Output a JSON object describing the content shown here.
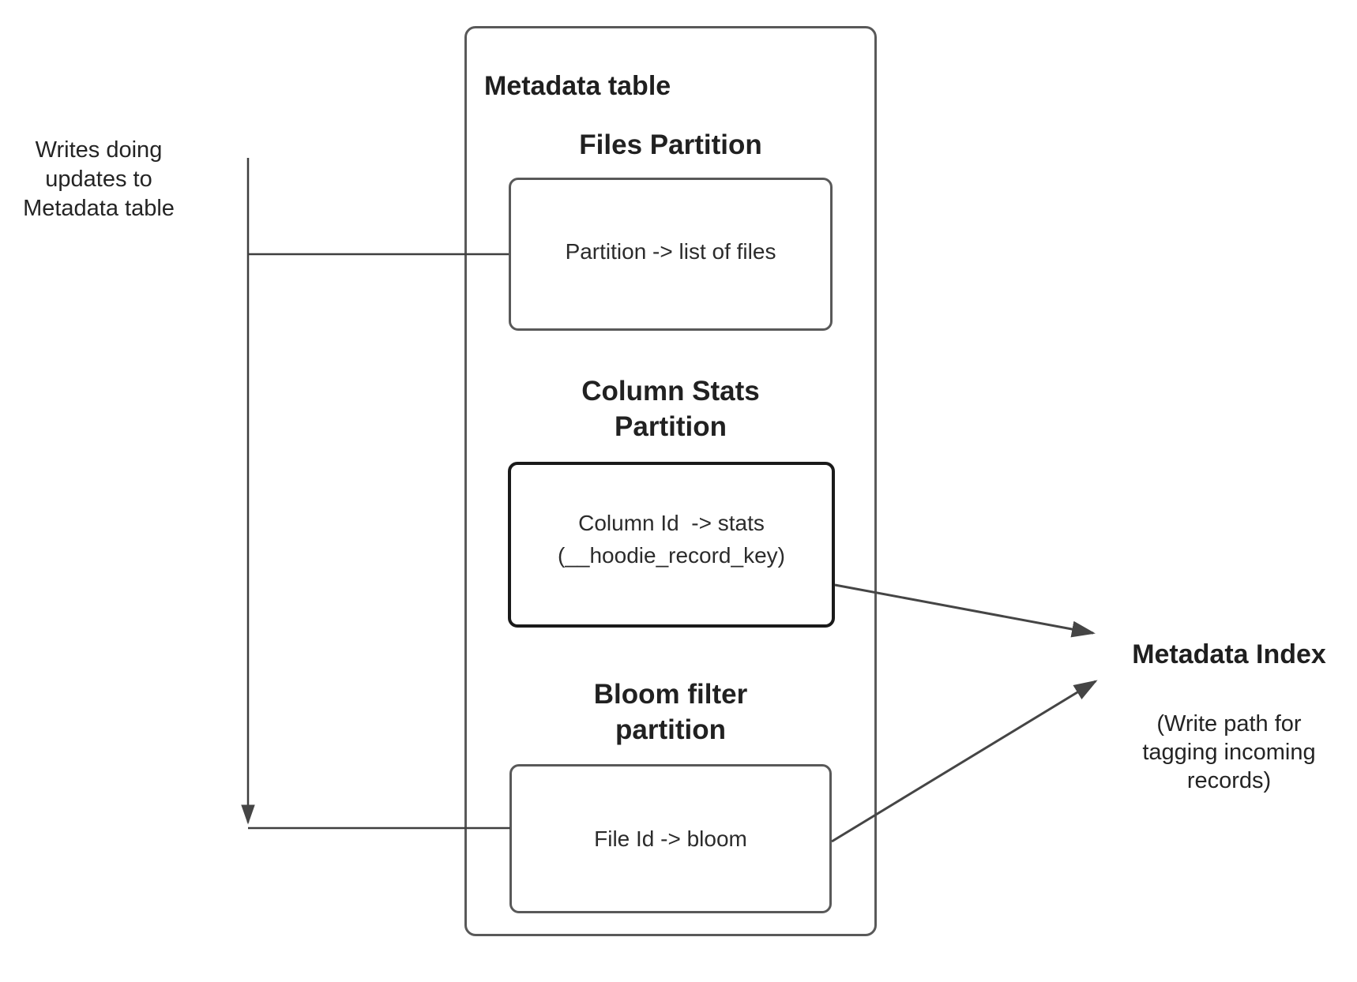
{
  "left_note": {
    "lines": [
      "Writes doing",
      "updates to",
      "Metadata table"
    ]
  },
  "metadata_table": {
    "title": "Metadata table",
    "files_partition": {
      "heading": "Files Partition",
      "body": "Partition -> list of files"
    },
    "column_stats_partition": {
      "heading_lines": [
        "Column Stats",
        "Partition"
      ],
      "body_lines": [
        "Column Id  -> stats",
        "(__hoodie_record_key)"
      ]
    },
    "bloom_filter_partition": {
      "heading_lines": [
        "Bloom filter",
        "partition"
      ],
      "body": "File Id -> bloom"
    }
  },
  "metadata_index": {
    "title": "Metadata Index",
    "note_lines": [
      "(Write path for",
      "tagging incoming",
      "records)"
    ]
  },
  "colors": {
    "box_border_gray": "#595959",
    "box_border_dark": "#1a1a1a",
    "connector_line": "#454545",
    "text": "#242424",
    "background": "#ffffff"
  }
}
